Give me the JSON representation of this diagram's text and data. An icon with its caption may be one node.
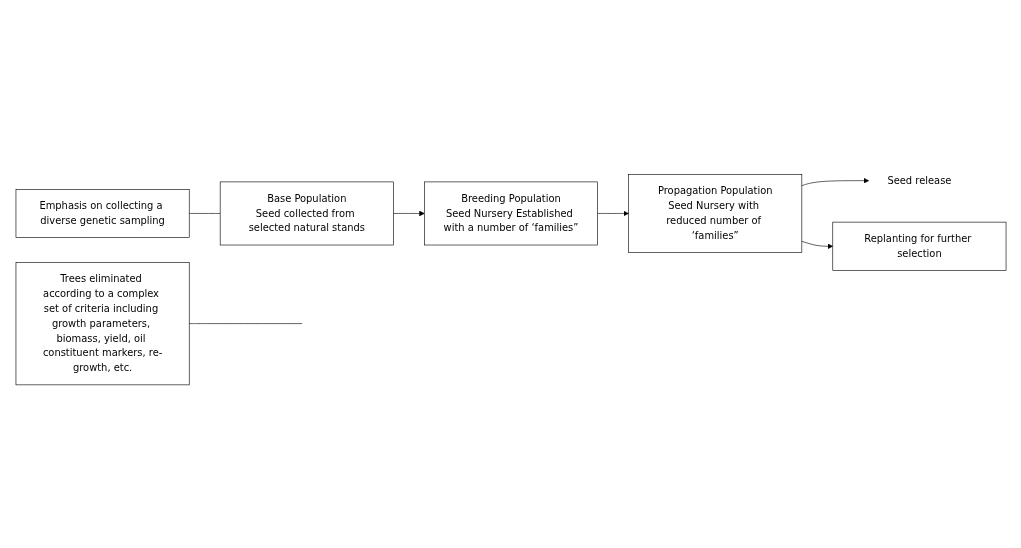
{
  "diagram": {
    "nodes": [
      {
        "text": [
          "Base Population",
          "Seed collected from selected natural stands"
        ]
      },
      {
        "text": [
          "Breeding Population",
          "Seed Nursery Established with a number of ‘families”"
        ]
      },
      {
        "text": [
          "Propagation Population",
          "Seed Nursery with reduced number of ‘families”"
        ]
      },
      {
        "text": [
          "Seed release"
        ]
      },
      {
        "text": [
          "Replanting for further selection"
        ]
      },
      {
        "text": [
          "Emphasis on collecting a diverse genetic sampling"
        ]
      },
      {
        "text": [
          "Trees eliminated according to a complex set of criteria including growth parameters, biomass, yield, oil constituent markers, re-growth, etc."
        ]
      }
    ],
    "edges": [
      {
        "from": 0,
        "to": 1,
        "arrow": "to"
      },
      {
        "from": 1,
        "to": 2,
        "arrow": "to"
      },
      {
        "from": 2,
        "to": 3,
        "arrow": "to"
      },
      {
        "from": 2,
        "to": 4,
        "arrow": "to"
      },
      {
        "from": 5,
        "to": 0,
        "arrow": "none"
      },
      {
        "from": 6,
        "to": null,
        "arrow": "none"
      }
    ]
  }
}
